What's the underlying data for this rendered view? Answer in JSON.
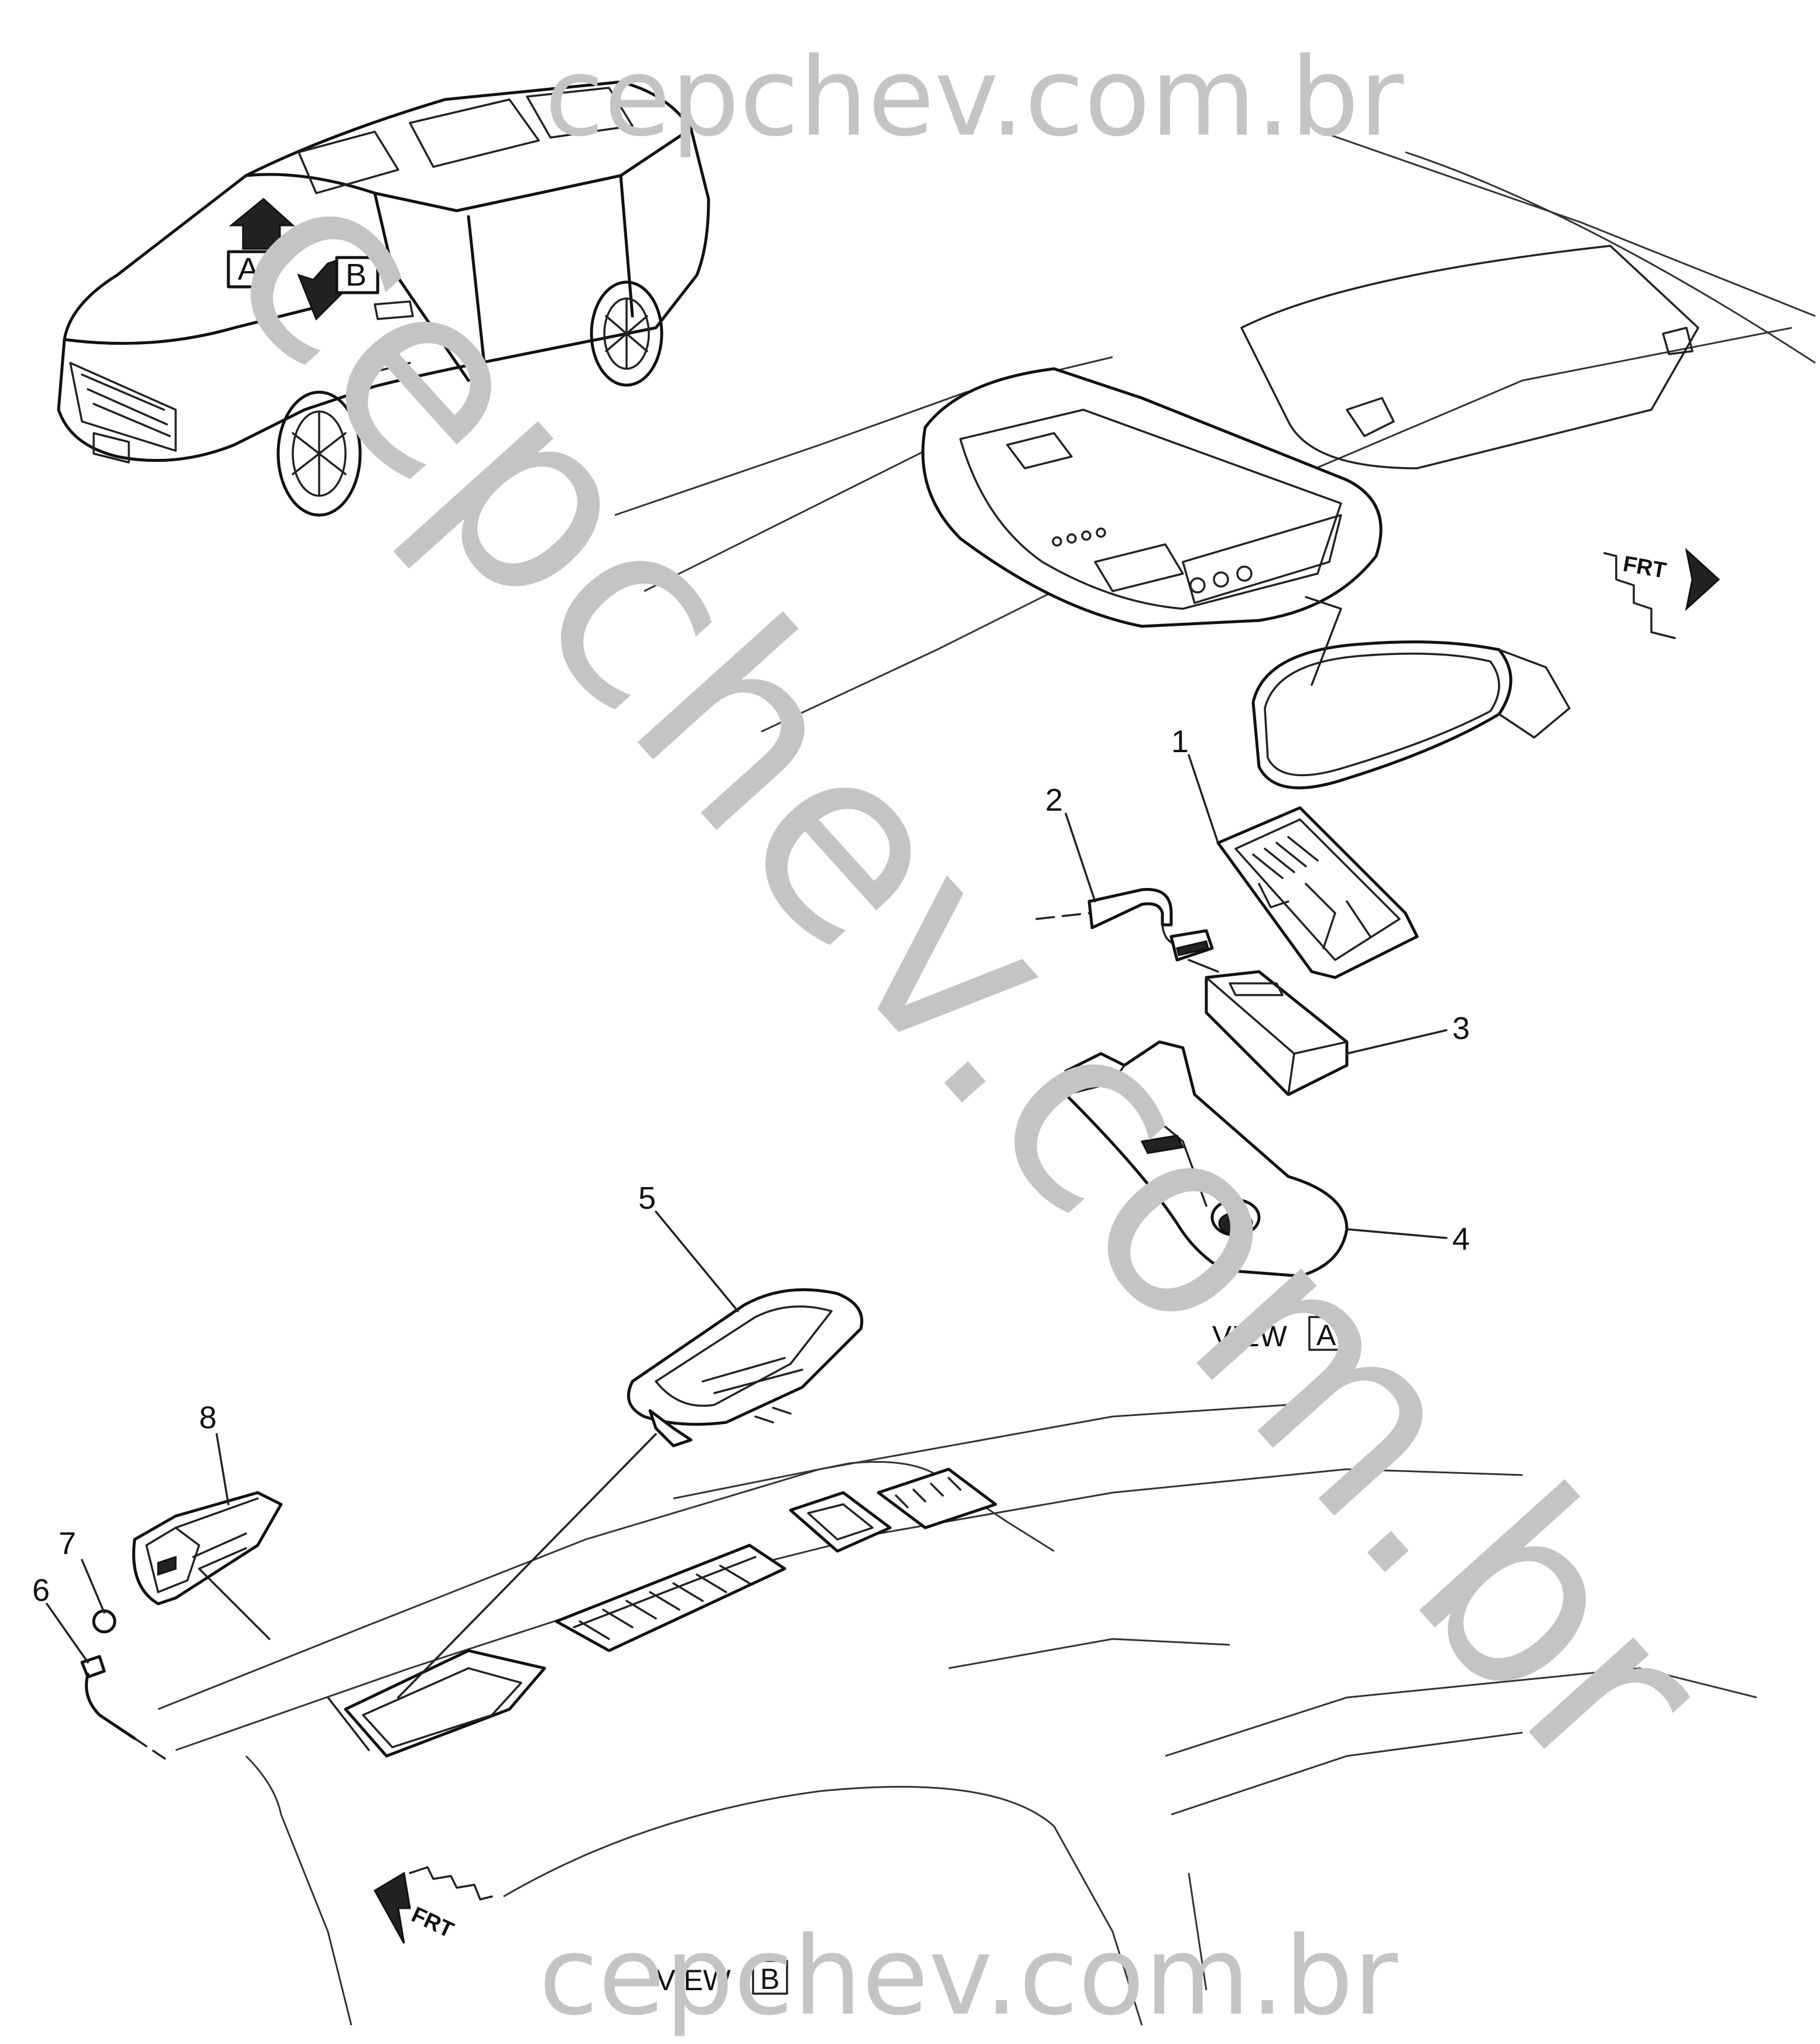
{
  "watermark": {
    "top": "cepchev.com.br",
    "bottom": "cepchev.com.br",
    "diagonal": "cepchev.com.br"
  },
  "vehicle_markers": [
    "A",
    "B"
  ],
  "front_marker": "FRT",
  "views": [
    {
      "prefix": "VIEW",
      "letter": "A"
    },
    {
      "prefix": "VIEW",
      "letter": "B"
    }
  ],
  "callouts": [
    "1",
    "2",
    "3",
    "4",
    "5",
    "6",
    "7",
    "8"
  ]
}
